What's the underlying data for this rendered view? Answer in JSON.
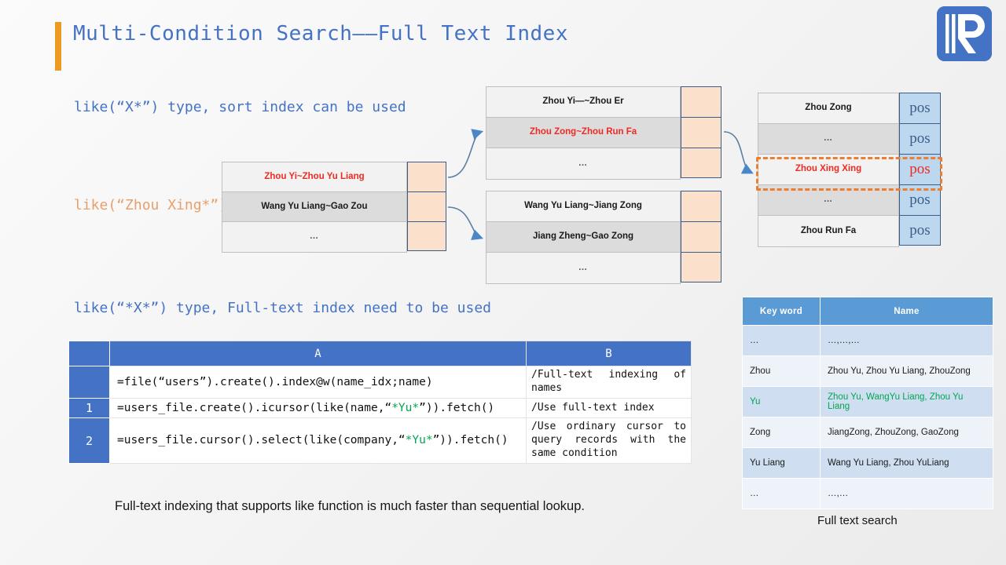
{
  "title": "Multi-Condition Search——Full Text Index",
  "logo": {
    "name": "company-logo-r"
  },
  "headings": {
    "sort_index": "like(“X*”) type, sort index can be used",
    "like_zhou_xing": "like(“Zhou Xing*”)",
    "fulltext": "like(“*X*”) type,  Full-text index need to be used"
  },
  "diagram": {
    "table_left": {
      "rows": [
        {
          "key": "Zhou Yi~Zhou Yu Liang",
          "style": "red",
          "ptr": ""
        },
        {
          "key": "Wang Yu Liang~Gao  Zou",
          "style": "alt",
          "ptr": ""
        },
        {
          "key": "…",
          "style": "dots",
          "ptr": ""
        }
      ]
    },
    "table_mid_top": {
      "rows": [
        {
          "key": "Zhou Yi—~Zhou Er",
          "style": "",
          "ptr": ""
        },
        {
          "key": "Zhou Zong~Zhou Run Fa",
          "style": "alt red",
          "ptr": ""
        },
        {
          "key": "…",
          "style": "dots",
          "ptr": ""
        }
      ]
    },
    "table_mid_bottom": {
      "rows": [
        {
          "key": "Wang Yu Liang~Jiang  Zong",
          "style": "",
          "ptr": ""
        },
        {
          "key": "Jiang Zheng~Gao Zong",
          "style": "alt",
          "ptr": ""
        },
        {
          "key": "…",
          "style": "dots",
          "ptr": ""
        }
      ]
    },
    "table_right": {
      "pos_label": "pos",
      "rows": [
        {
          "key": "Zhou Zong",
          "style": "",
          "pos": "pos"
        },
        {
          "key": "…",
          "style": "alt dots",
          "pos": "pos"
        },
        {
          "key": "Zhou Xing Xing",
          "style": "red",
          "pos": "pos"
        },
        {
          "key": "…",
          "style": "alt dots",
          "pos": "pos"
        },
        {
          "key": "Zhou Run Fa",
          "style": "",
          "pos": "pos"
        }
      ]
    }
  },
  "code_table": {
    "columns": [
      "",
      "A",
      "B"
    ],
    "rows": [
      {
        "num": "",
        "a_html": "=file(“users”).create().index@w(name_idx;name)",
        "b": "/Full-text indexing of names"
      },
      {
        "num": "1",
        "a_html": "=users_file.create().icursor(like(name,“<span class=\"g\">*Yu*</span>”)).fetch()",
        "b": "/Use full-text index"
      },
      {
        "num": "2",
        "a_html": "=users_file.cursor().select(like(company,“<span class=\"g\">*Yu*</span>”)).fetch()",
        "b": "/Use ordinary cursor to query records with the same condition"
      }
    ]
  },
  "bottom_note": "Full-text indexing that supports like function is much faster than sequential lookup.",
  "keyword_table": {
    "caption": "Full text search",
    "columns": [
      "Key  word",
      "Name"
    ],
    "rows": [
      {
        "key": "…",
        "name": "…,…,…",
        "style": "alt"
      },
      {
        "key": "Zhou",
        "name": "Zhou Yu, Zhou Yu Liang, ZhouZong",
        "style": ""
      },
      {
        "key": "Yu",
        "name": "Zhou Yu, WangYu Liang, Zhou Yu Liang",
        "style": "alt hl"
      },
      {
        "key": "Zong",
        "name": "JiangZong, ZhouZong, GaoZong",
        "style": ""
      },
      {
        "key": "Yu Liang",
        "name": "Wang Yu Liang, Zhou YuLiang",
        "style": "alt"
      },
      {
        "key": "…",
        "name": "…,…",
        "style": ""
      }
    ]
  },
  "colors": {
    "accent_orange": "#ee9a22",
    "title_blue": "#4472c4",
    "highlight_red": "#ee2a22",
    "green": "#00a651",
    "pos_blue": "#bdd7ee",
    "pointer_peach": "#fbe0cb",
    "dash_orange": "#ed7d31",
    "header_blue": "#5b9bd5"
  }
}
